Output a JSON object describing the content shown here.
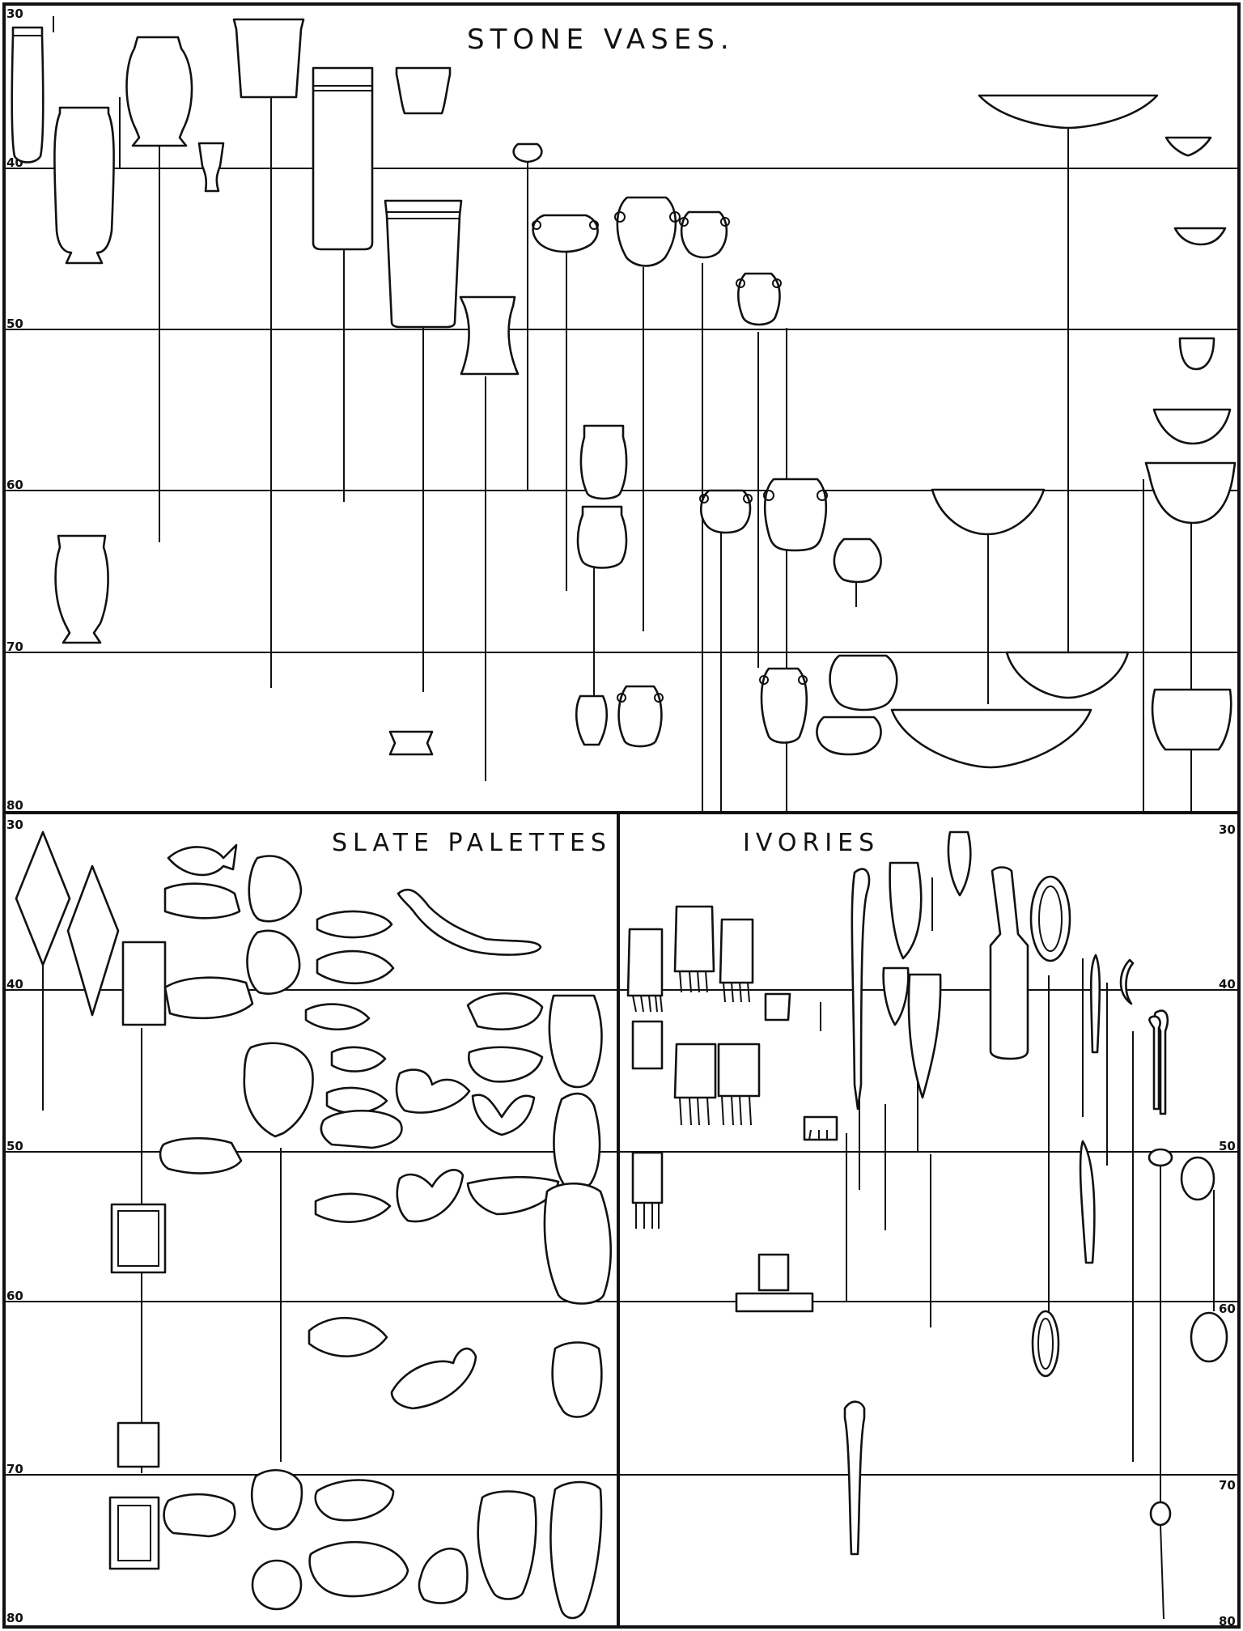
{
  "titles": {
    "stone_vases": "STONE VASES.",
    "slate_palettes": "SLATE PALETTES",
    "ivories": "IVORIES"
  },
  "sequence_dates": {
    "top": [
      "30",
      "40",
      "50",
      "60",
      "70",
      "80"
    ],
    "bottom_left": [
      "30",
      "40",
      "50",
      "60",
      "70",
      "80"
    ],
    "bottom_right": [
      "30",
      "40",
      "50",
      "60",
      "70",
      "80"
    ]
  },
  "panels": [
    {
      "name": "stone-vases",
      "range": [
        30,
        80
      ]
    },
    {
      "name": "slate-palettes",
      "range": [
        30,
        80
      ]
    },
    {
      "name": "ivories",
      "range": [
        30,
        80
      ]
    }
  ],
  "colors": {
    "ink": "#111111",
    "paper": "#ffffff"
  }
}
